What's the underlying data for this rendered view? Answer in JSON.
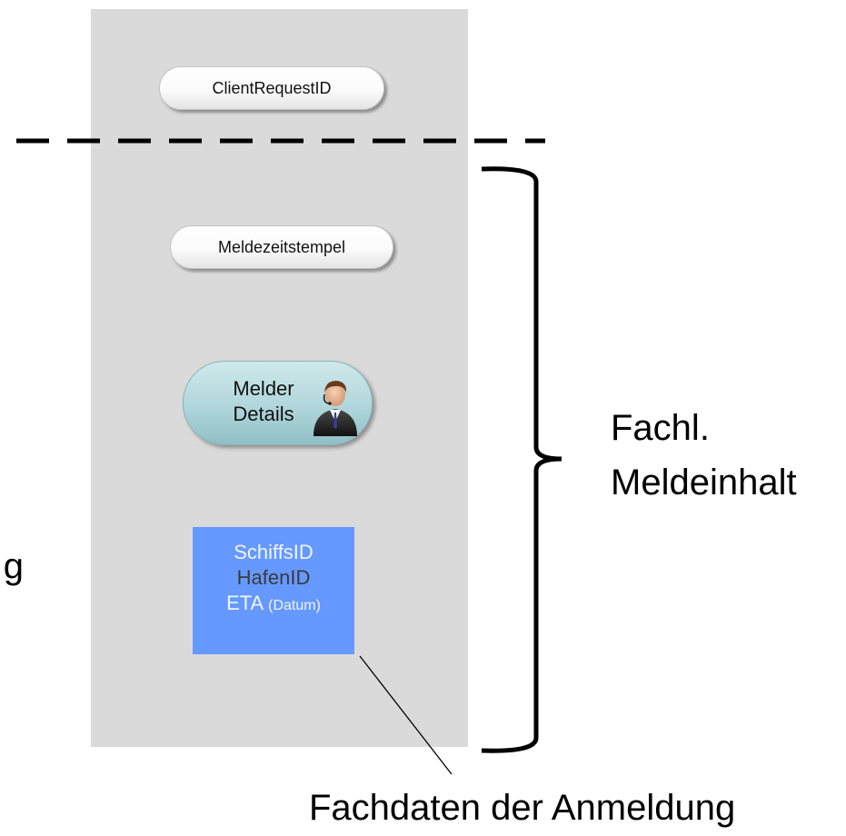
{
  "client_request_id": "ClientRequestID",
  "meldezeitstempel": "Meldezeitstempel",
  "melder": {
    "line1": "Melder",
    "line2": "Details",
    "icon": "person-headset-icon"
  },
  "fachdaten_box": {
    "schiffs_id": "SchiffsID",
    "hafen_id": "HafenID",
    "eta": "ETA",
    "eta_suffix": "(Datum)",
    "color": "#6699ff"
  },
  "brace_label": {
    "line1": "Fachl.",
    "line2": "Meldeinhalt"
  },
  "callout_label": "Fachdaten der Anmeldung",
  "partial_left_text": "g"
}
